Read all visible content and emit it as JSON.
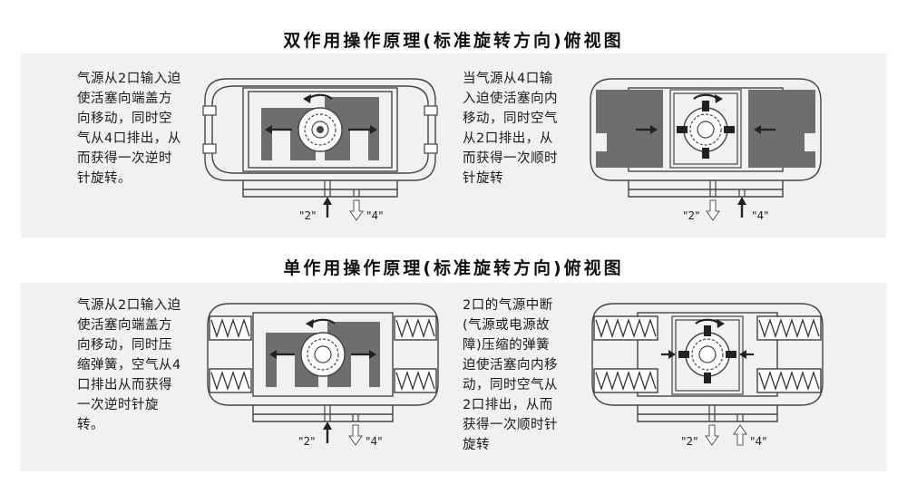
{
  "sections": [
    {
      "title": "双作用操作原理(标准旋转方向)俯视图",
      "left": {
        "desc": "气源从2口输入迫\n使活塞向端盖方\n向移动，同时空\n气从4口排出，从\n而获得一次逆时\n针旋转。",
        "ports": [
          "\"2\"",
          "\"4\""
        ]
      },
      "right": {
        "desc": "当气源从4口输\n入迫使活塞向内\n移动，同时空气\n从2口排出，从\n而获得一次顺时\n针旋转",
        "ports": [
          "\"2\"",
          "\"4\""
        ]
      }
    },
    {
      "title": "单作用操作原理(标准旋转方向)俯视图",
      "left": {
        "desc": "气源从2口输入迫\n使活塞向端盖方\n向移动，同时压\n缩弹簧，空气从4\n口排出从而获得\n一次逆时针旋\n转。",
        "ports": [
          "\"2\"",
          "\"4\""
        ]
      },
      "right": {
        "desc": "2口的气源中断\n(气源或电源故\n障)压缩的弹簧\n迫使活塞向内移\n动，同时空气从\n2口排出，从而\n获得一次顺时针\n旋转",
        "ports": [
          "\"2\"",
          "\"4\""
        ]
      }
    }
  ],
  "colors": {
    "piston": "#6e6e6e",
    "outline": "#444444",
    "panel": "#f1f1f1",
    "arrow": "#222222"
  }
}
